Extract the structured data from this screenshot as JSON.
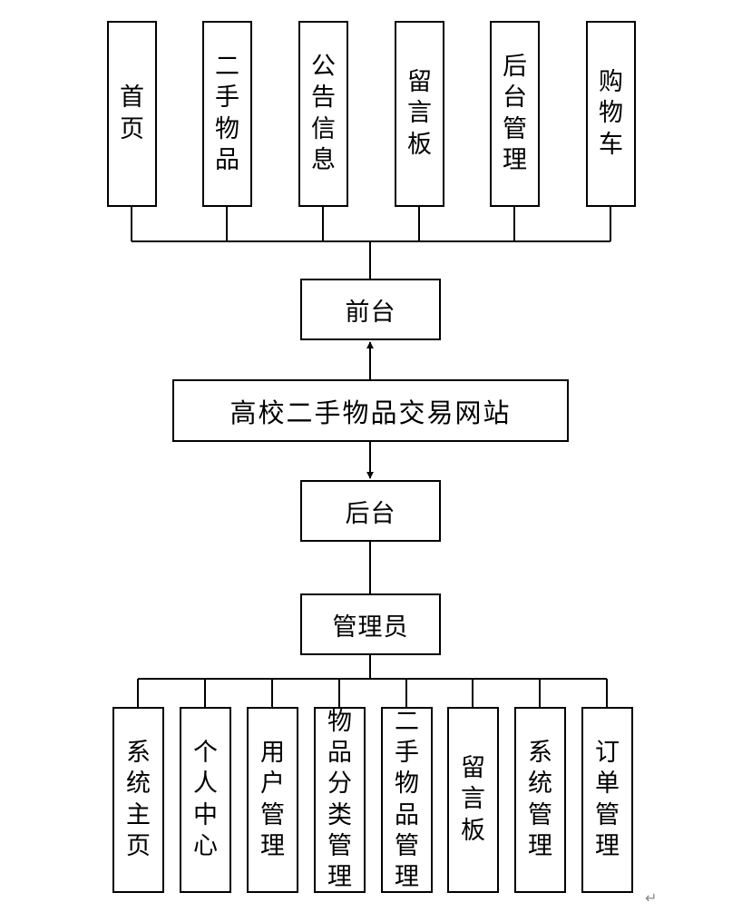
{
  "diagram": {
    "root": {
      "label": "高校二手物品交易网站"
    },
    "frontend": {
      "label": "前台",
      "modules": [
        {
          "label": "首页"
        },
        {
          "label": "二手物品"
        },
        {
          "label": "公告信息"
        },
        {
          "label": "留言板"
        },
        {
          "label": "后台管理"
        },
        {
          "label": "购物车"
        }
      ]
    },
    "backend": {
      "label": "后台",
      "admin": {
        "label": "管理员",
        "modules": [
          {
            "label": "系统主页"
          },
          {
            "label": "个人中心"
          },
          {
            "label": "用户管理"
          },
          {
            "label": "物品分类管理"
          },
          {
            "label": "二手物品管理"
          },
          {
            "label": "留言板"
          },
          {
            "label": "系统管理"
          },
          {
            "label": "订单管理"
          }
        ]
      }
    },
    "colors": {
      "stroke": "#000000",
      "background": "#ffffff"
    },
    "paragraph_mark": "↵"
  }
}
